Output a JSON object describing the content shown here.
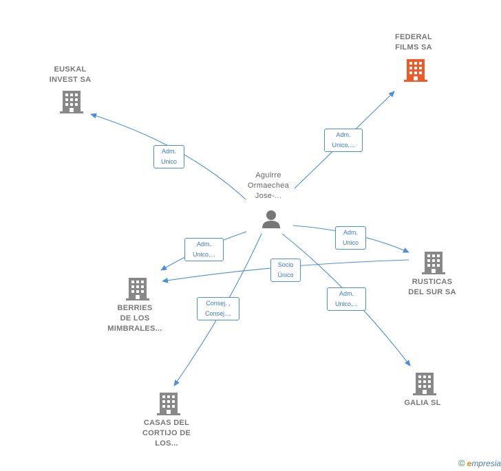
{
  "center": {
    "label": "Aguirre\nOrmaechea\nJose-..."
  },
  "companies": {
    "federal_films": {
      "label": "FEDERAL\nFILMS SA",
      "color": "#f05a28"
    },
    "euskal_invest": {
      "label": "EUSKAL\nINVEST SA",
      "color": "#888888"
    },
    "rusticas_del_sur": {
      "label": "RUSTICAS\nDEL SUR SA",
      "color": "#888888"
    },
    "berries": {
      "label": "BERRIES\nDE LOS\nMIMBRALES...",
      "color": "#888888"
    },
    "galia": {
      "label": "GALIA SL",
      "color": "#888888"
    },
    "casas_del_cortijo": {
      "label": "CASAS DEL\nCORTIJO DE\nLOS...",
      "color": "#888888"
    }
  },
  "relations": {
    "federal_films": "Adm.\nUnico,...",
    "euskal_invest": "Adm.\nUnico",
    "rusticas_del_sur": "Adm.\nUnico",
    "berries_from_rusticas": "Socio\nÚnico",
    "berries": "Adm.\nUnico,...",
    "casas_del_cortijo": "Consej. ,\nConsej....",
    "galia": "Adm.\nUnico,..."
  },
  "footer": {
    "copyright_symbol": "©",
    "brand_initial": "e",
    "brand_rest": "mpresia"
  },
  "colors": {
    "edge": "#4a90d9",
    "person_icon": "#777777",
    "building": "#888888",
    "focus": "#f05a28"
  },
  "icons": {
    "person": "person-icon",
    "company": "building-icon"
  }
}
